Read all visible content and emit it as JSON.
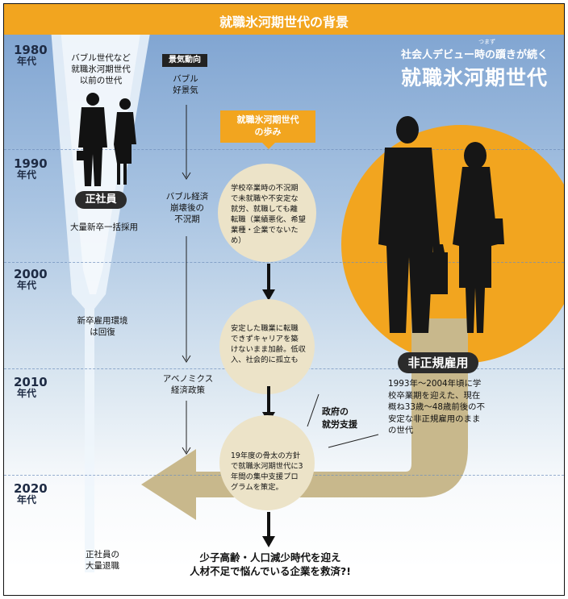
{
  "header": {
    "title": "就職氷河期世代の背景"
  },
  "headline": {
    "kicker": "社会人デビュー時の躓きが続く",
    "ruby": "つまず",
    "title": "就職氷河期世代"
  },
  "eras": [
    {
      "year": "1980",
      "suffix": "年代"
    },
    {
      "year": "1990",
      "suffix": "年代"
    },
    {
      "year": "2000",
      "suffix": "年代"
    },
    {
      "year": "2010",
      "suffix": "年代"
    },
    {
      "year": "2020",
      "suffix": "年代"
    }
  ],
  "left_column": {
    "bubble_gen": "バブル世代など\n就職氷河期世代\n以前の世代",
    "regular_badge": "正社員",
    "mass_hiring": "大量新卒一括採用",
    "recovery": "新卒雇用環境\nは回復",
    "retire": "正社員の\n大量退職"
  },
  "economy": {
    "label": "景気動向",
    "bubble_boom": "バブル\n好景気",
    "bubble_burst": "バブル経済\n崩壊後の\n不況期",
    "abenomics": "アベノミクス\n経済政策"
  },
  "path": {
    "label": "就職氷河期世代\nの歩み",
    "step1": "学校卒業時の不況期\nで未就職や不安定な\n就労、就職しても離\n転職（業績悪化、希望\n業種・企業でないた\nめ）",
    "step2": "安定した職業に転職\nできずキャリアを築\nけないまま加齢。低収\n入、社会的に孤立も",
    "step3": "19年度の骨太の方針\nで就職氷河期世代に3\n年間の集中支援プロ\nグラムを策定。"
  },
  "gov_support": "政府の\n就労支援",
  "nonregular": {
    "badge": "非正規雇用",
    "desc": "1993年～2004年頃に学\n校卒業期を迎えた、現在\n概ね33歳～48歳前後の不\n安定な非正規雇用のまま\nの世代"
  },
  "conclusion": "少子高齢・人口減少時代を迎え\n人材不足で悩んでいる企業を救済?!",
  "colors": {
    "accent": "#f2a51f",
    "beige": "#ece3c8",
    "arrow_tan": "#c8b88c",
    "dark": "#1e1e1e",
    "sky": "#7aa0cf"
  },
  "icons": [
    "businessman-silhouette-icon",
    "businesswoman-silhouette-icon",
    "down-arrow-icon",
    "left-arrow-icon"
  ]
}
